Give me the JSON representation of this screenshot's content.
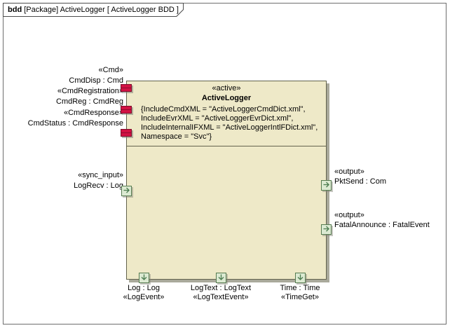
{
  "frame": {
    "keyword": "bdd",
    "title": " [Package] ActiveLogger [ ActiveLogger BDD ]"
  },
  "block": {
    "stereotype": "«active»",
    "name": "ActiveLogger",
    "props": [
      "{IncludeCmdXML = \"ActiveLoggerCmdDict.xml\",",
      "IncludeEvrXML = \"ActiveLoggerEvrDict.xml\",",
      "IncludeInternalIFXML = \"ActiveLoggerIntlFDict.xml\",",
      "Namespace = \"Svc\"}"
    ]
  },
  "ports": {
    "left_red": [
      {
        "stereotype": "«Cmd»",
        "label": "CmdDisp : Cmd"
      },
      {
        "stereotype": "«CmdRegistration»",
        "label": "CmdReg : CmdReg"
      },
      {
        "stereotype": "«CmdResponse»",
        "label": "CmdStatus : CmdResponse"
      }
    ],
    "left_green": [
      {
        "stereotype": "«sync_input»",
        "label": "LogRecv : Log"
      }
    ],
    "right_green": [
      {
        "stereotype": "«output»",
        "label": "PktSend : Com"
      },
      {
        "stereotype": "«output»",
        "label": "FatalAnnounce : FatalEvent"
      }
    ],
    "bottom_green": [
      {
        "label": "Log : Log",
        "stereotype": "«LogEvent»"
      },
      {
        "label": "LogText : LogText",
        "stereotype": "«LogTextEvent»"
      },
      {
        "label": "Time : Time",
        "stereotype": "«TimeGet»"
      }
    ]
  },
  "colors": {
    "block_fill": "#eee9c8",
    "block_border": "#63634d",
    "red_port_fill": "#d21243",
    "green_port_fill": "#dcead2",
    "green_arrow": "#4a7b4e"
  }
}
